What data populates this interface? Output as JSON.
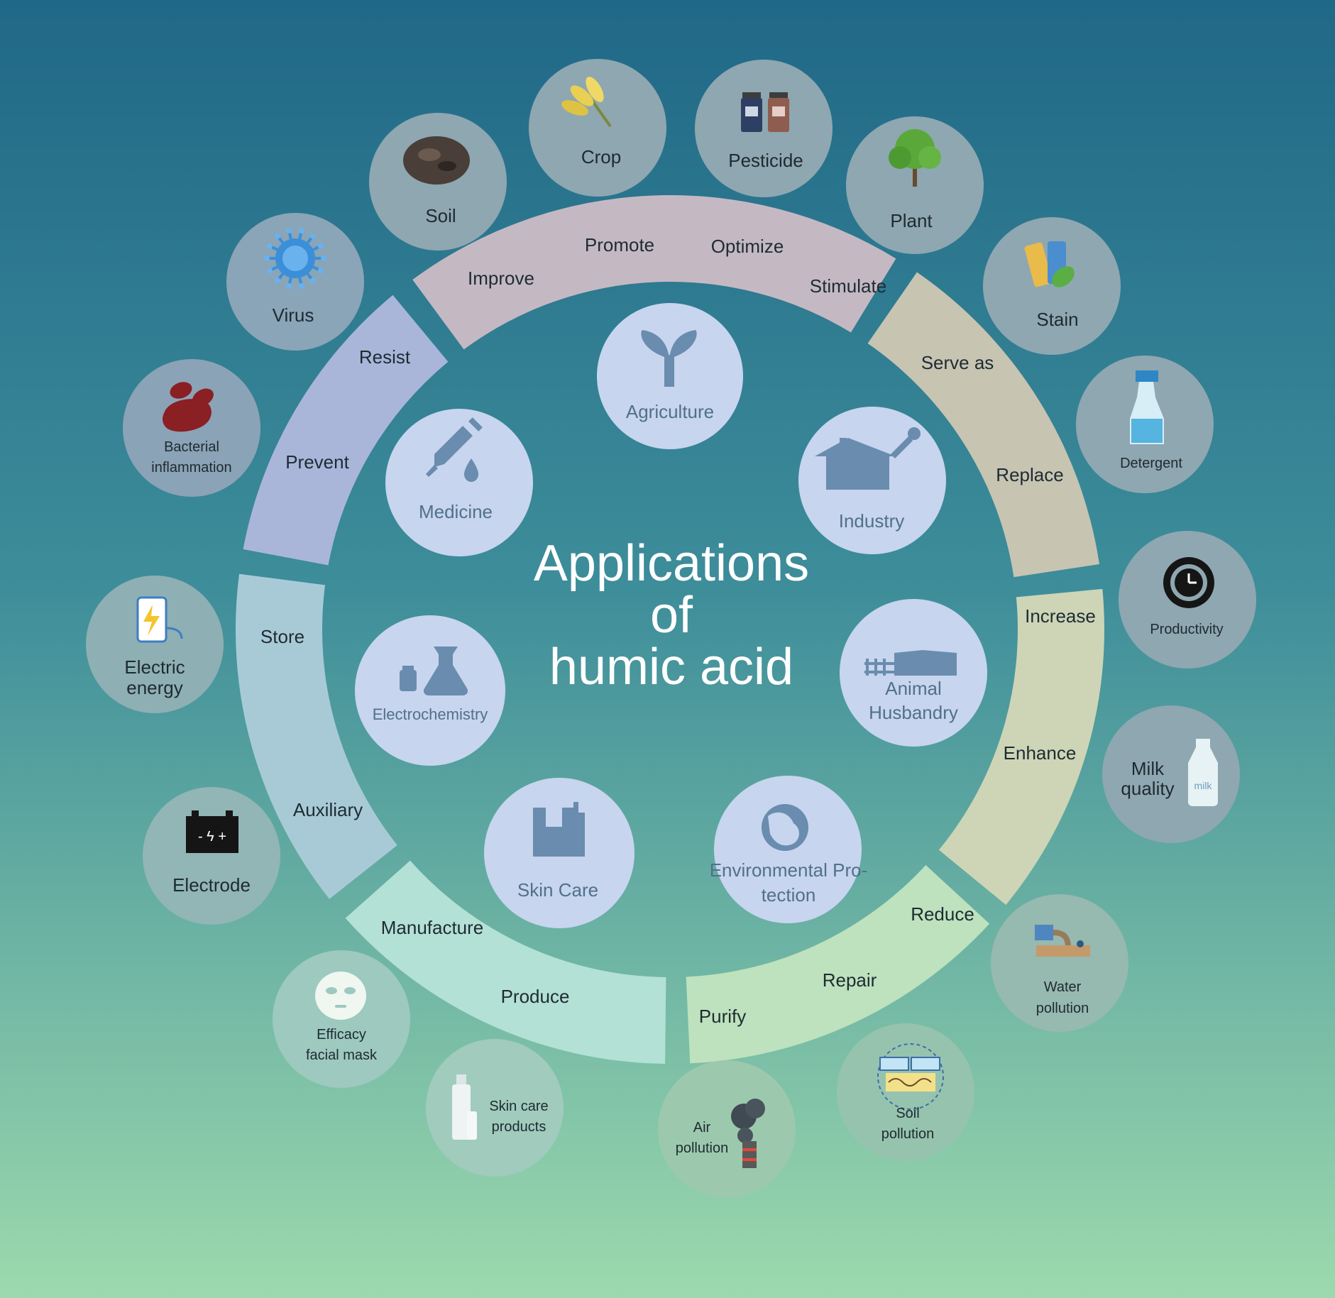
{
  "title": {
    "line1": "Applications",
    "line2": "of",
    "line3": "humic acid"
  },
  "colors": {
    "bg_top": "#216a89",
    "bg_bottom": "#9cd9ad",
    "ring_agriculture": "#c4b9c3",
    "ring_industry": "#c6c4b3",
    "ring_animal": "#cfd6b7",
    "ring_environment": "#bde2bd",
    "ring_skincare": "#b4e2d6",
    "ring_electro": "#a8cad7",
    "ring_medicine": "#a9b7da",
    "inner_circle": "#c7d5ee",
    "inner_icon": "#6a8cae",
    "outer_circle": "#9ab0b8"
  },
  "sectors": {
    "agriculture": {
      "label": "Agriculture",
      "icon": "sprout-icon"
    },
    "industry": {
      "label": "Industry",
      "icon": "house-wrench-icon"
    },
    "animal": {
      "label1": "Animal",
      "label2": "Husbandry",
      "icon": "barn-icon"
    },
    "environment": {
      "label1": "Environmental Pro-",
      "label2": "tection",
      "icon": "globe-icon"
    },
    "skincare": {
      "label": "Skin Care",
      "icon": "factory-icon"
    },
    "electro": {
      "label": "Electrochemistry",
      "icon": "flask-icon"
    },
    "medicine": {
      "label": "Medicine",
      "icon": "syringe-icon"
    }
  },
  "ring_verbs": {
    "improve": "Improve",
    "promote": "Promote",
    "optimize": "Optimize",
    "stimulate": "Stimulate",
    "serve_as": "Serve as",
    "replace": "Replace",
    "increase": "Increase",
    "enhance": "Enhance",
    "reduce": "Reduce",
    "repair": "Repair",
    "purify": "Purify",
    "produce": "Produce",
    "manufacture": "Manufacture",
    "auxiliary": "Auxiliary",
    "store": "Store",
    "prevent": "Prevent",
    "resist": "Resist"
  },
  "outer_items": {
    "soil": {
      "label": "Soil",
      "icon": "soil-icon"
    },
    "crop": {
      "label": "Crop",
      "icon": "wheat-icon"
    },
    "pesticide": {
      "label": "Pesticide",
      "icon": "jars-icon"
    },
    "plant": {
      "label": "Plant",
      "icon": "tree-icon"
    },
    "stain": {
      "label": "Stain",
      "icon": "swatch-icon"
    },
    "detergent": {
      "label": "Detergent",
      "icon": "spray-bottle-icon"
    },
    "productivity": {
      "label": "Productivity",
      "icon": "clock-gear-icon"
    },
    "milk": {
      "label1": "Milk",
      "label2": "quality",
      "icon": "milk-bottle-icon",
      "bottle_text": "milk"
    },
    "water_pollution": {
      "label1": "Water",
      "label2": "pollution",
      "icon": "sewage-icon"
    },
    "soil_pollution": {
      "label1": "Soil",
      "label2": "pollution",
      "icon": "polluted-land-icon"
    },
    "air_pollution": {
      "label1": "Air",
      "label2": "pollution",
      "icon": "smokestack-icon"
    },
    "skin_care_products": {
      "label1": "Skin care",
      "label2": "products",
      "icon": "cosmetic-bottle-icon"
    },
    "facial_mask": {
      "label1": "Efficacy",
      "label2": "facial mask",
      "icon": "face-mask-icon"
    },
    "electrode": {
      "label": "Electrode",
      "icon": "battery-icon"
    },
    "electric_energy": {
      "label1": "Electric",
      "label2": "energy",
      "icon": "power-bank-icon"
    },
    "bacterial": {
      "label1": "Bacterial",
      "label2": "inflammation",
      "icon": "bacteria-icon"
    },
    "virus": {
      "label": "Virus",
      "icon": "virus-icon"
    }
  }
}
